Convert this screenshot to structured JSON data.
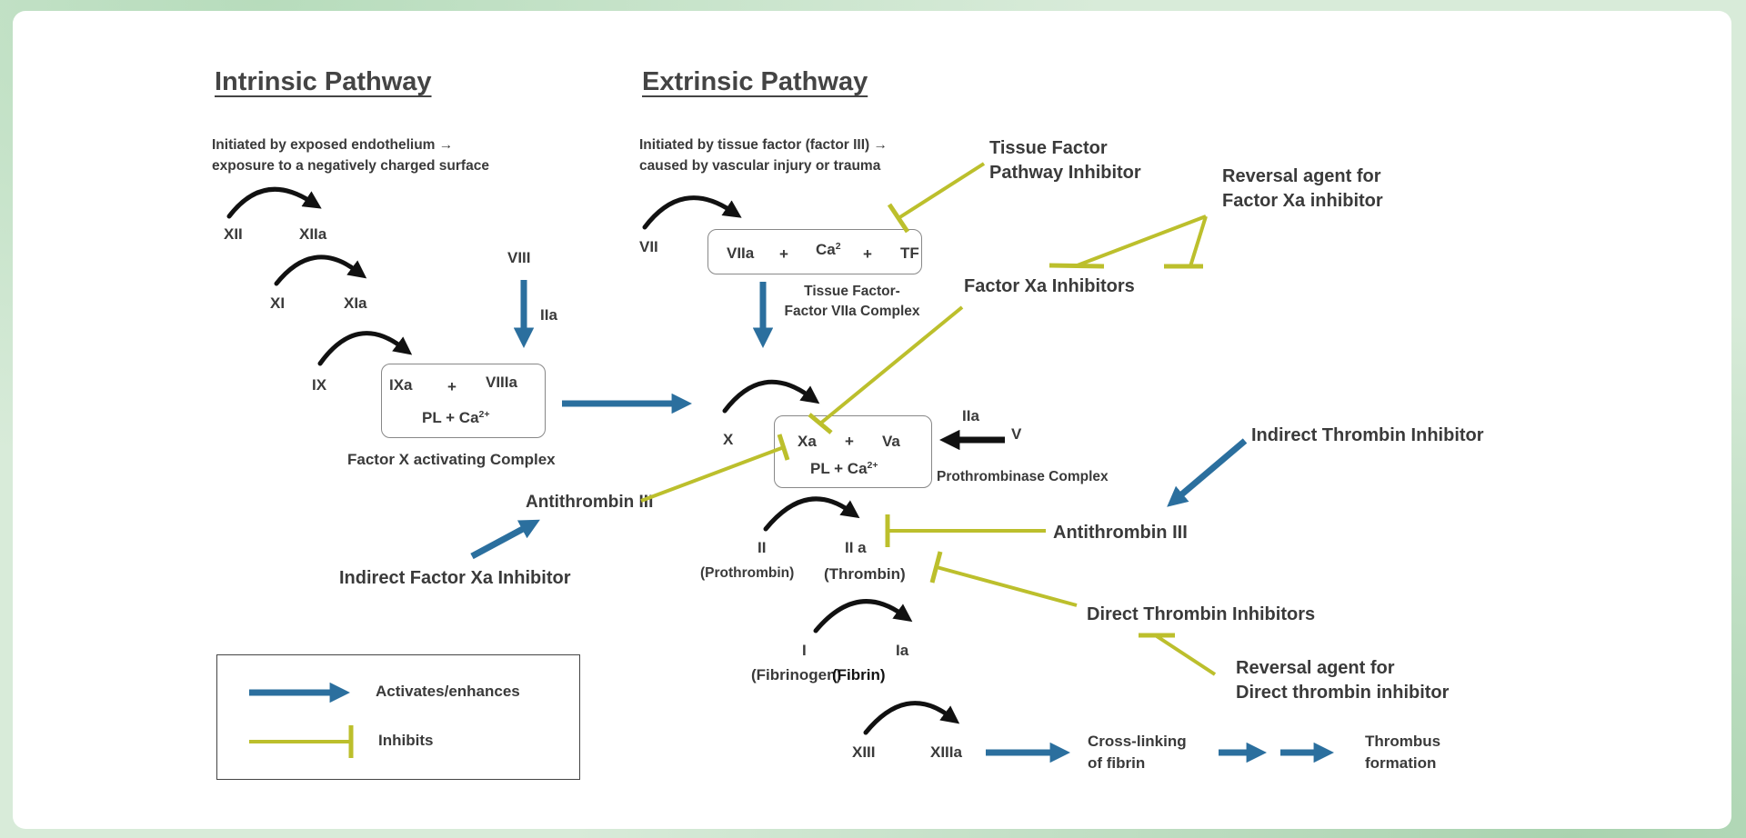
{
  "intrinsic": {
    "title": "Intrinsic Pathway",
    "note_line1": "Initiated by exposed endothelium →",
    "note_line2": "exposure to a negatively charged surface",
    "xii": "XII",
    "xiia": "XIIa",
    "xi": "XI",
    "xia": "XIa",
    "ix": "IX",
    "viii": "VIII",
    "iia": "IIa",
    "complex": {
      "ixa": "IXa",
      "plus": "+",
      "viiia": "VIIIa",
      "pl": "PL + Ca",
      "pl_sup": "2+"
    },
    "complex_label": "Factor X activating Complex"
  },
  "extrinsic": {
    "title": "Extrinsic Pathway",
    "note_line1": "Initiated by tissue factor (factor III) →",
    "note_line2": "caused by vascular injury or trauma",
    "vii": "VII",
    "complex": {
      "viia": "VIIa",
      "plus1": "+",
      "ca": "Ca",
      "ca_sup": "2",
      "plus2": "+",
      "tf": "TF"
    },
    "complex_label_line1": "Tissue Factor-",
    "complex_label_line2": "Factor VIIa Complex"
  },
  "common": {
    "x": "X",
    "iia": "IIa",
    "v": "V",
    "complex": {
      "xa": "Xa",
      "plus": "+",
      "va": "Va",
      "pl": "PL + Ca",
      "pl_sup": "2+"
    },
    "complex_label": "Prothrombinase Complex",
    "ii": "II",
    "iia2": "II a",
    "prothrombin": "(Prothrombin)",
    "thrombin": "(Thrombin)",
    "i": "I",
    "ia": "Ia",
    "fibrinogen": "(Fibrinogen)",
    "fibrin": "(Fibrin)",
    "xiii": "XIII",
    "xiiia": "XIIIa",
    "crosslink_line1": "Cross-linking",
    "crosslink_line2": "of fibrin",
    "thrombus_line1": "Thrombus",
    "thrombus_line2": "formation"
  },
  "drugs": {
    "tfpi_line1": "Tissue Factor",
    "tfpi_line2": "Pathway Inhibitor",
    "reversal_xa_line1": "Reversal agent for",
    "reversal_xa_line2": "Factor Xa inhibitor",
    "xa_inhibitors": "Factor Xa Inhibitors",
    "antithrombin_left": "Antithrombin III",
    "indirect_xa": "Indirect Factor Xa Inhibitor",
    "indirect_thrombin": "Indirect Thrombin Inhibitor",
    "antithrombin_right": "Antithrombin III",
    "direct_thrombin": "Direct Thrombin Inhibitors",
    "reversal_dt_line1": "Reversal agent for",
    "reversal_dt_line2": "Direct thrombin inhibitor"
  },
  "legend": {
    "activates": "Activates/enhances",
    "inhibits": "Inhibits"
  },
  "colors": {
    "activate": "#2b6f9e",
    "inhibit": "#bcbf2c",
    "conversion": "#111111",
    "text": "#3a3a3a"
  }
}
